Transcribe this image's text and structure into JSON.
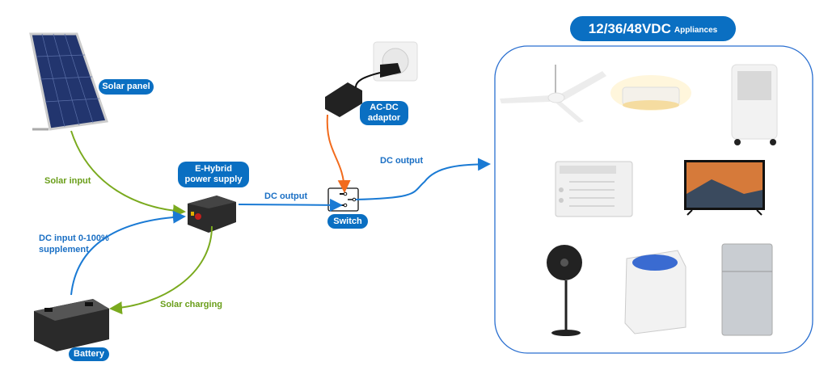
{
  "labels": {
    "solar_panel": "Solar panel",
    "hybrid": "E-Hybrid power supply",
    "battery": "Battery",
    "adaptor": "AC-DC adaptor",
    "switch": "Switch",
    "appliances_voltage": "12/36/48VDC",
    "appliances_word": "Appliances"
  },
  "connections": {
    "solar_input": "Solar input",
    "dc_input": "DC input 0-100% supplement",
    "solar_charging": "Solar charging",
    "dc_output_1": "DC output",
    "dc_output_2": "DC output"
  },
  "appliances": [
    "ceiling-fan",
    "ceiling-light",
    "air-cooler",
    "window-ac",
    "television",
    "stand-fan",
    "washing-machine",
    "refrigerator"
  ],
  "colors": {
    "pill": "#0a6fc2",
    "solar_line": "#7aaa1e",
    "dc_line": "#1a7ad4",
    "ac_line": "#f26b1d",
    "box_border": "#2a6fd0"
  }
}
